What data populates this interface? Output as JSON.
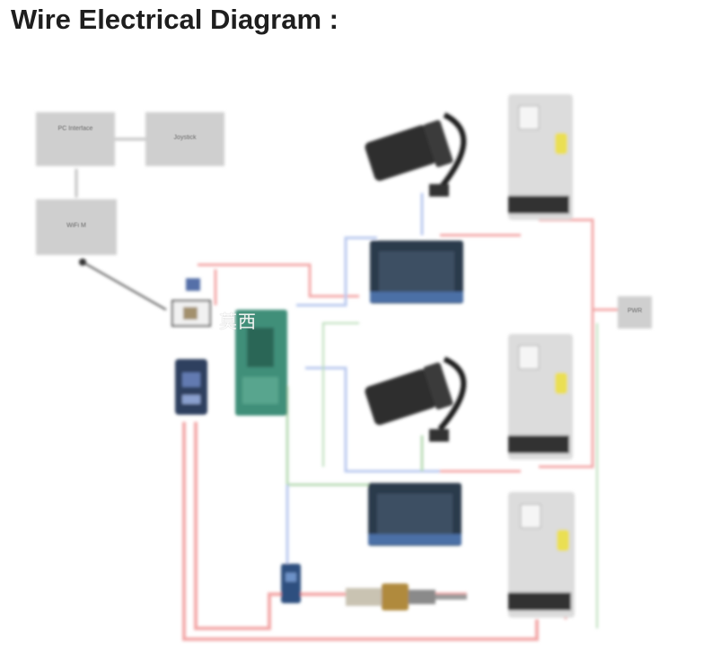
{
  "header": {
    "title": "Wire Electrical Diagram :"
  },
  "blocks": {
    "pc_interface": "PC Interface",
    "joystick": "Joystick",
    "wifi_module": "WiFi M",
    "power": "PWR"
  },
  "watermark": "莫西",
  "colors": {
    "block_gray": "#cfcfcf",
    "wire_red": "#f3a9a9",
    "wire_green": "#b9dcb7",
    "wire_blue": "#b9c9ef",
    "board_teal": "#3f8f79",
    "driver_dark": "#2b3b4c",
    "psu_yellow": "#eadf52"
  }
}
